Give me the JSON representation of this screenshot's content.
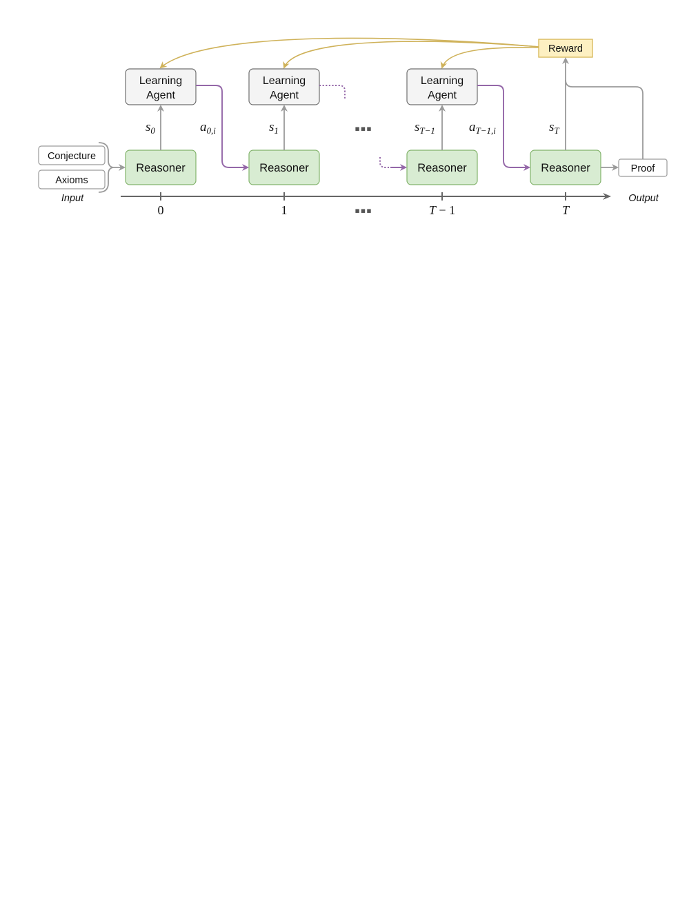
{
  "colors": {
    "gray_arrow": "#9a9a9a",
    "purple_arrow": "#9467a8",
    "gold_arrow": "#cfb25a",
    "agent_fill": "#f4f4f4",
    "agent_stroke": "#6e6e6e",
    "reasoner_fill": "#d8ecd2",
    "reasoner_stroke": "#82b36b",
    "reward_fill": "#fdf0c2",
    "reward_stroke": "#d6b656",
    "timeline": "#666666"
  },
  "inputs": {
    "conjecture": "Conjecture",
    "axioms": "Axioms",
    "label": "Input"
  },
  "output": {
    "proof": "Proof",
    "label": "Output"
  },
  "reward": "Reward",
  "agents": {
    "line1": "Learning",
    "line2": "Agent"
  },
  "reasoner": "Reasoner",
  "states": {
    "s0": {
      "base": "s",
      "sub": "0"
    },
    "s1": {
      "base": "s",
      "sub": "1"
    },
    "sT1": {
      "base": "s",
      "sub": "T−1"
    },
    "sT": {
      "base": "s",
      "sub": "T"
    }
  },
  "actions": {
    "a0": {
      "base": "a",
      "sub": "0,i"
    },
    "aT1": {
      "base": "a",
      "sub": "T−1,i"
    }
  },
  "ellipsis": "▪▪▪",
  "timeline": {
    "ticks": {
      "t0": "0",
      "t1": "1",
      "tT1_var": "T",
      "tT1_rest": " − 1",
      "tT": "T"
    }
  }
}
